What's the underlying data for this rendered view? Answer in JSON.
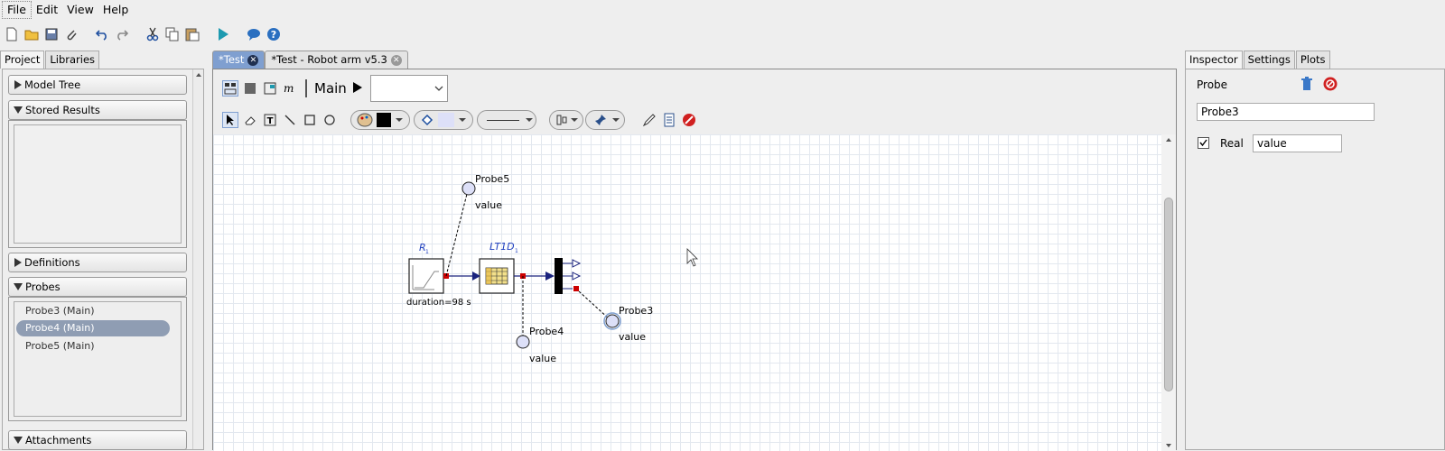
{
  "menu": [
    "File",
    "Edit",
    "View",
    "Help"
  ],
  "left_panel": {
    "tabs": [
      "Project",
      "Libraries"
    ],
    "sections": {
      "model_tree": "Model Tree",
      "stored_results": "Stored Results",
      "definitions": "Definitions",
      "probes": "Probes",
      "attachments": "Attachments"
    },
    "probes": [
      "Probe3 (Main)",
      "Probe4 (Main)",
      "Probe5 (Main)"
    ],
    "selected_probe_index": 1
  },
  "doc_tabs": [
    "*Test",
    "*Test - Robot arm v5.3"
  ],
  "editor": {
    "diagram_name": "Main",
    "combo_value": ""
  },
  "diagram": {
    "ramp_label": "R",
    "ramp_sub": "1",
    "ramp_param": "duration=98 s",
    "table_label": "LT1D",
    "table_sub": "1",
    "probe5": "Probe5",
    "probe5_value": "value",
    "probe4": "Probe4",
    "probe4_value": "value",
    "probe3": "Probe3",
    "probe3_value": "value"
  },
  "right_panel": {
    "tabs": [
      "Inspector",
      "Settings",
      "Plots"
    ],
    "title": "Probe",
    "name_value": "Probe3",
    "real_label": "Real",
    "real_checked": true,
    "value_field": "value"
  },
  "colors": {
    "selected_tab": "#7f9fd0",
    "selected_item": "#8f9db3",
    "connection": "#1a237e",
    "port_red": "#cc0000",
    "label_blue": "#1f3fbf"
  }
}
